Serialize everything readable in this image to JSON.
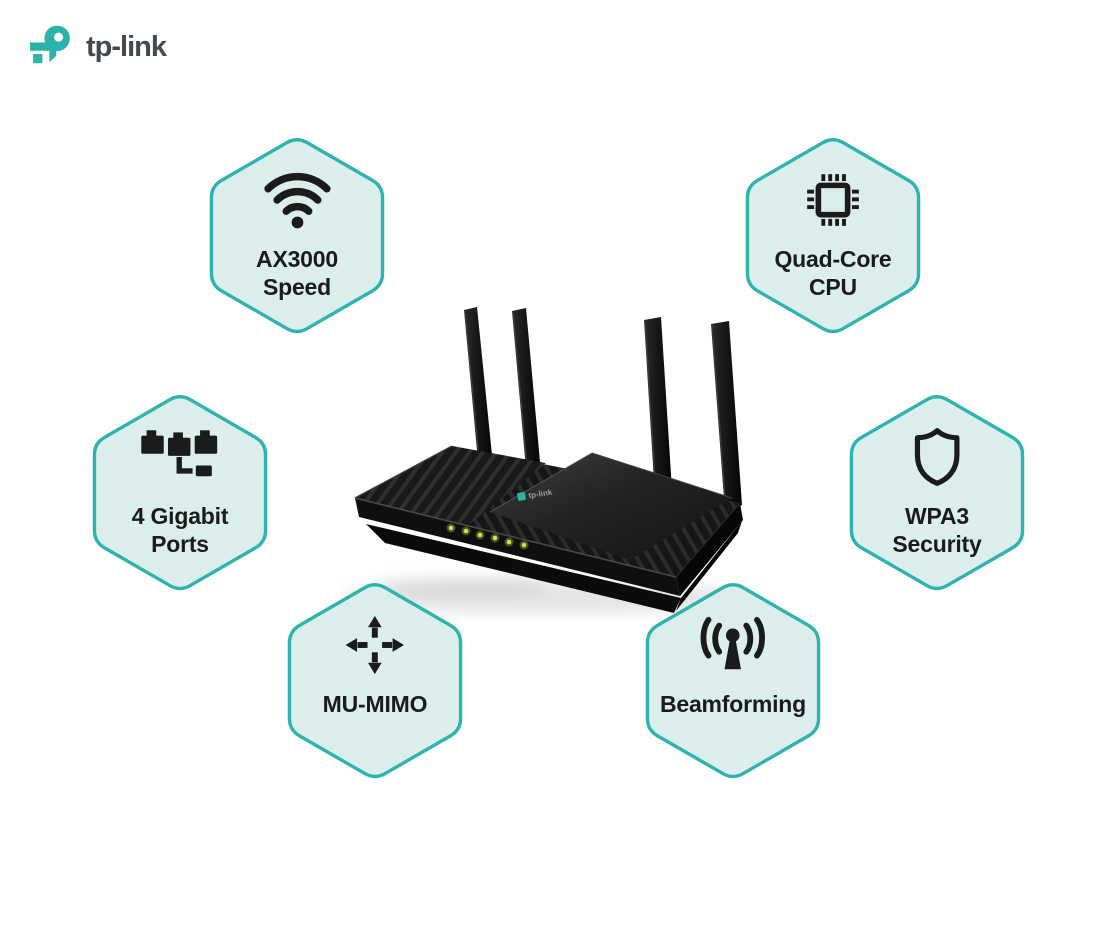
{
  "page": {
    "background": "#ffffff"
  },
  "brand": {
    "wordmark": "tp-link",
    "logo_teal": "#2cb3a9",
    "wordmark_color": "#45494c"
  },
  "hex_style": {
    "fill": "#dbeeeb",
    "border": "#2eb3af",
    "label_color": "#1b1b1b"
  },
  "features": [
    {
      "icon": "wifi-icon",
      "label": "AX3000\nSpeed"
    },
    {
      "icon": "cpu-icon",
      "label": "Quad-Core\nCPU"
    },
    {
      "icon": "ethernet-ports-icon",
      "label": "4 Gigabit\nPorts"
    },
    {
      "icon": "shield-icon",
      "label": "WPA3\nSecurity"
    },
    {
      "icon": "move-arrows-icon",
      "label": "MU-MIMO"
    },
    {
      "icon": "beamforming-icon",
      "label": "Beamforming"
    }
  ],
  "product": {
    "type": "wifi-router",
    "antenna_count": 4,
    "led_count": 6,
    "led_color": "#cde24f",
    "plate_badge": "tp-link"
  }
}
